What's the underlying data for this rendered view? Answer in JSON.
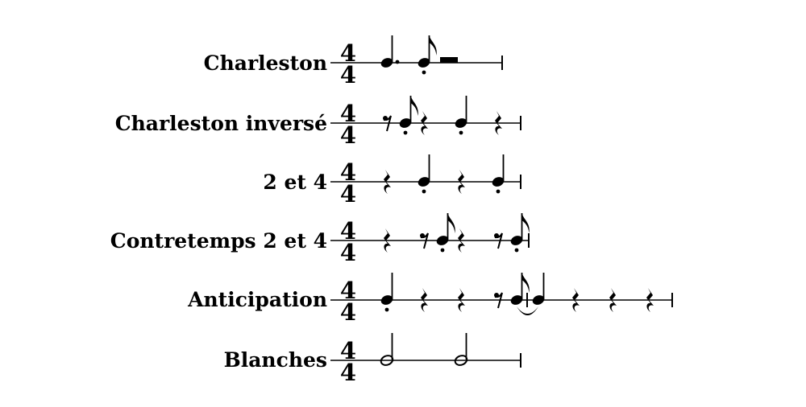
{
  "time_signature": {
    "top": "4",
    "bottom": "4"
  },
  "rows": [
    {
      "label": "Charleston",
      "events": [
        {
          "type": "note",
          "dur": "quarter",
          "dotted": true
        },
        {
          "type": "note",
          "dur": "eighth",
          "staccato": true
        },
        {
          "type": "rest",
          "dur": "half"
        }
      ]
    },
    {
      "label": "Charleston inversé",
      "events": [
        {
          "type": "rest",
          "dur": "eighth"
        },
        {
          "type": "note",
          "dur": "eighth",
          "staccato": true
        },
        {
          "type": "rest",
          "dur": "quarter"
        },
        {
          "type": "note",
          "dur": "quarter",
          "staccato": true
        },
        {
          "type": "rest",
          "dur": "quarter"
        }
      ]
    },
    {
      "label": "2 et 4",
      "events": [
        {
          "type": "rest",
          "dur": "quarter"
        },
        {
          "type": "note",
          "dur": "quarter",
          "staccato": true
        },
        {
          "type": "rest",
          "dur": "quarter"
        },
        {
          "type": "note",
          "dur": "quarter",
          "staccato": true
        }
      ]
    },
    {
      "label": "Contretemps 2 et 4",
      "events": [
        {
          "type": "rest",
          "dur": "quarter"
        },
        {
          "type": "rest",
          "dur": "eighth"
        },
        {
          "type": "note",
          "dur": "eighth",
          "staccato": true
        },
        {
          "type": "rest",
          "dur": "quarter"
        },
        {
          "type": "rest",
          "dur": "eighth"
        },
        {
          "type": "note",
          "dur": "eighth",
          "staccato": true
        }
      ]
    },
    {
      "label": "Anticipation",
      "events": [
        {
          "type": "note",
          "dur": "quarter",
          "staccato": true
        },
        {
          "type": "rest",
          "dur": "quarter"
        },
        {
          "type": "rest",
          "dur": "quarter"
        },
        {
          "type": "rest",
          "dur": "eighth"
        },
        {
          "type": "note",
          "dur": "eighth",
          "tie_start": true
        },
        {
          "type": "barline"
        },
        {
          "type": "note",
          "dur": "quarter",
          "tie_end": true
        },
        {
          "type": "rest",
          "dur": "quarter"
        },
        {
          "type": "rest",
          "dur": "quarter"
        },
        {
          "type": "rest",
          "dur": "quarter"
        }
      ]
    },
    {
      "label": "Blanches",
      "events": [
        {
          "type": "note",
          "dur": "half"
        },
        {
          "type": "note",
          "dur": "half"
        }
      ]
    }
  ]
}
